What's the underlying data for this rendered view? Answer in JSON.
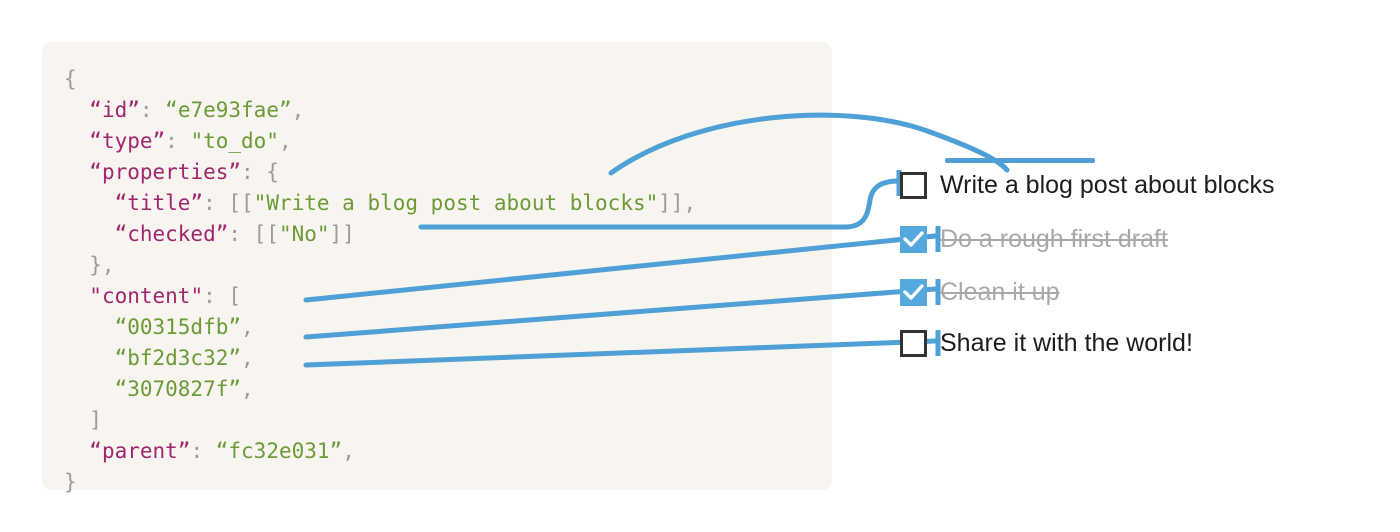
{
  "diagram": {
    "title": "Notion to_do block JSON mapped to rendered checklist",
    "accent_color": "#4fa0d6",
    "panel_color": "#f8f4ef",
    "key_color": "#a0276d",
    "string_color": "#6b9b37",
    "punctuation_color": "#9b9b99"
  },
  "code": {
    "lines": [
      [
        {
          "t": "{",
          "c": "p"
        }
      ],
      [
        {
          "t": "  ",
          "c": "p"
        },
        {
          "t": "“id”",
          "c": "k"
        },
        {
          "t": ": ",
          "c": "p"
        },
        {
          "t": "“e7e93fae”",
          "c": "s"
        },
        {
          "t": ",",
          "c": "p"
        }
      ],
      [
        {
          "t": "  ",
          "c": "p"
        },
        {
          "t": "“type”",
          "c": "k"
        },
        {
          "t": ": ",
          "c": "p"
        },
        {
          "t": "\"to_do\"",
          "c": "s"
        },
        {
          "t": ",",
          "c": "p"
        }
      ],
      [
        {
          "t": "  ",
          "c": "p"
        },
        {
          "t": "“properties”",
          "c": "k"
        },
        {
          "t": ": {",
          "c": "p"
        }
      ],
      [
        {
          "t": "    ",
          "c": "p"
        },
        {
          "t": "“title”",
          "c": "k"
        },
        {
          "t": ": [[",
          "c": "p"
        },
        {
          "t": "\"Write a blog post about blocks\"",
          "c": "s"
        },
        {
          "t": "]],",
          "c": "p"
        }
      ],
      [
        {
          "t": "    ",
          "c": "p"
        },
        {
          "t": "“checked”",
          "c": "k"
        },
        {
          "t": ": [[",
          "c": "p"
        },
        {
          "t": "\"No\"",
          "c": "s"
        },
        {
          "t": "]]",
          "c": "p"
        }
      ],
      [
        {
          "t": "  },",
          "c": "p"
        }
      ],
      [
        {
          "t": "  ",
          "c": "p"
        },
        {
          "t": "\"content\"",
          "c": "k"
        },
        {
          "t": ": [",
          "c": "p"
        }
      ],
      [
        {
          "t": "    ",
          "c": "p"
        },
        {
          "t": "“00315dfb”",
          "c": "s"
        },
        {
          "t": ",",
          "c": "p"
        }
      ],
      [
        {
          "t": "    ",
          "c": "p"
        },
        {
          "t": "“bf2d3c32”",
          "c": "s"
        },
        {
          "t": ",",
          "c": "p"
        }
      ],
      [
        {
          "t": "    ",
          "c": "p"
        },
        {
          "t": "“3070827f”",
          "c": "s"
        },
        {
          "t": ",",
          "c": "p"
        }
      ],
      [
        {
          "t": "  ]",
          "c": "p"
        }
      ],
      [
        {
          "t": "  ",
          "c": "p"
        },
        {
          "t": "“parent”",
          "c": "k"
        },
        {
          "t": ": ",
          "c": "p"
        },
        {
          "t": "“fc32e031”",
          "c": "s"
        },
        {
          "t": ",",
          "c": "p"
        }
      ],
      [
        {
          "t": "}",
          "c": "p"
        }
      ]
    ]
  },
  "todos": [
    {
      "label": "Write a blog post about blocks",
      "checked": false
    },
    {
      "label": "Do a rough first draft",
      "checked": true
    },
    {
      "label": "Clean it up",
      "checked": true
    },
    {
      "label": "Share it with the world!",
      "checked": false
    }
  ]
}
